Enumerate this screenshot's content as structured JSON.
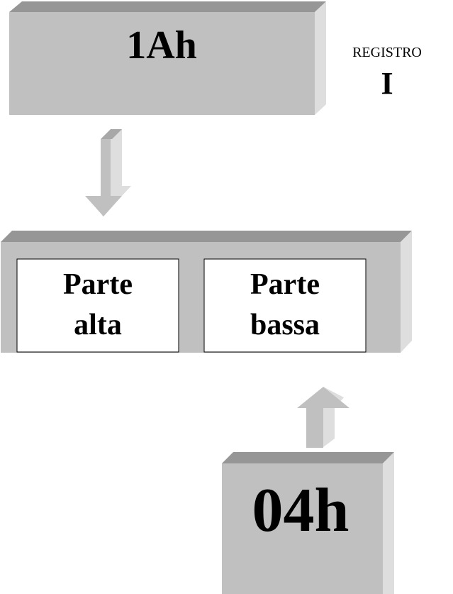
{
  "register_i": {
    "value": "1Ah",
    "caption": "REGISTRO",
    "name": "I"
  },
  "register": {
    "high_part": {
      "line1": "Parte",
      "line2": "alta"
    },
    "low_part": {
      "line1": "Parte",
      "line2": "bassa"
    }
  },
  "source_value": "04h",
  "colors": {
    "box_face": "#c0c0c0",
    "box_top": "#969696",
    "box_side": "#dedede",
    "arrow_face": "#c0c0c0",
    "arrow_shadow": "#dedede",
    "text": "#000000",
    "cell_fill": "#ffffff"
  }
}
